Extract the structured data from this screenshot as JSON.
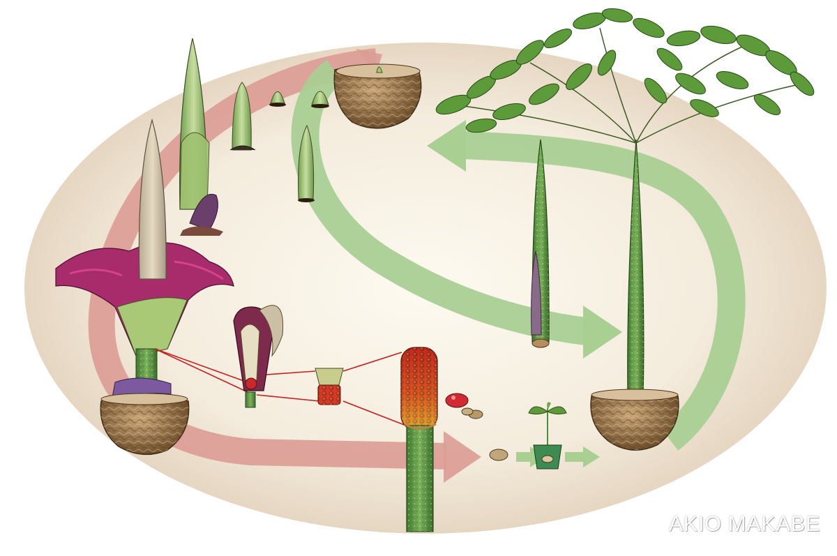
{
  "signature": "AKIO MAKABE",
  "colors": {
    "background_ellipse_outer": "#eadccb",
    "background_ellipse_inner": "#fdfaf0",
    "flowering_cycle_arrow": "#dc9c95",
    "vegetative_cycle_arrow": "#a9cf93",
    "seed_stage_arrow": "#a9cf93",
    "detail_connector_lines": "#c81e1e",
    "spathe_maroon": "#9b2a6a",
    "spadix_cream": "#d9cbb0",
    "corm_brown": "#8c6a42",
    "petiole_green": "#4f8f3a",
    "fruit_red": "#c9331f",
    "fruit_orange": "#e39a2a",
    "leaf_green": "#5c9a3a"
  },
  "stages": [
    {
      "name": "corm",
      "icon": "corm-with-bud-icon"
    },
    {
      "name": "emerging-bud-small",
      "icon": "bud-icon"
    },
    {
      "name": "emerging-bud-medium",
      "icon": "bud-icon"
    },
    {
      "name": "flower-bud",
      "icon": "inflorescence-bud-icon"
    },
    {
      "name": "open-inflorescence",
      "icon": "titan-arum-flower-icon"
    },
    {
      "name": "flower-cross-section",
      "icon": "cutaway-spathe-icon"
    },
    {
      "name": "flower-zone-detail",
      "icon": "female-flowers-icon"
    },
    {
      "name": "fruiting-infructescence",
      "icon": "fruit-cluster-icon"
    },
    {
      "name": "seed",
      "icon": "seed-icon"
    },
    {
      "name": "seedling",
      "icon": "seedling-in-pot-icon"
    },
    {
      "name": "leaf-shoot",
      "icon": "leaf-shoot-icon"
    },
    {
      "name": "mature-leaf",
      "icon": "umbrella-leaf-icon"
    }
  ]
}
